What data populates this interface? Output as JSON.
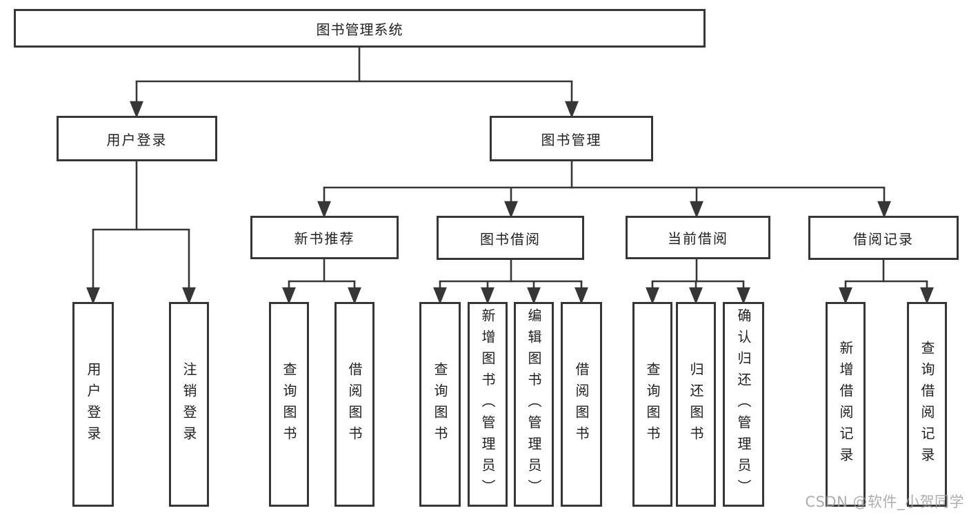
{
  "diagram": {
    "root_label": "图书管理系统",
    "user_login": {
      "label": "用户登录",
      "children": [
        "用户登录",
        "注销登录"
      ]
    },
    "book_management": {
      "label": "图书管理",
      "sections": [
        {
          "label": "新书推荐",
          "children": [
            "查询图书",
            "借阅图书"
          ]
        },
        {
          "label": "图书借阅",
          "children": [
            "查询图书",
            "新增图书（管理员）",
            "编辑图书（管理员）",
            "借阅图书"
          ]
        },
        {
          "label": "当前借阅",
          "children": [
            "查询图书",
            "归还图书",
            "确认归还（管理员）"
          ]
        },
        {
          "label": "借阅记录",
          "children": [
            "新增借阅记录",
            "查询借阅记录"
          ]
        }
      ]
    }
  },
  "colors": {
    "line": "#363636",
    "box_border": "#363636",
    "text": "#1f1f1f",
    "watermark": "#9f9f9f"
  },
  "watermark": {
    "text": "CSDN @软件_小贺同学"
  }
}
